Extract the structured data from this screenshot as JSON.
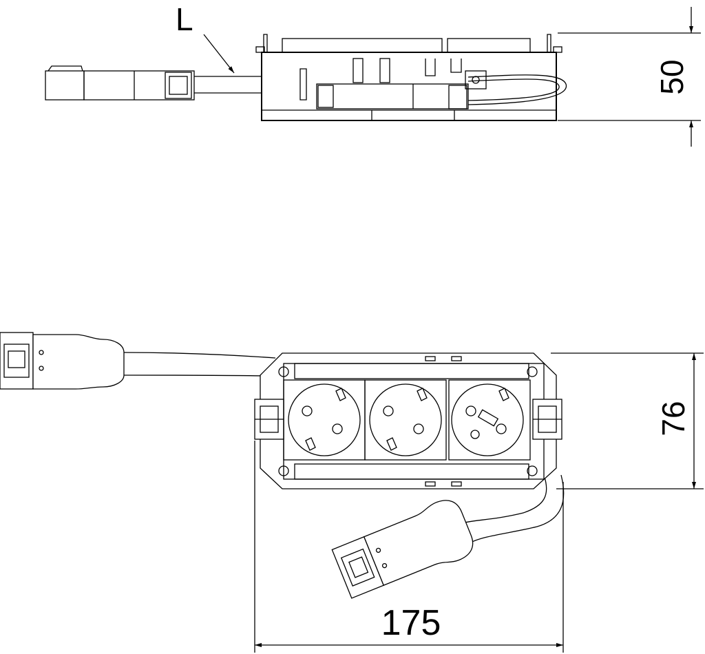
{
  "labels": {
    "cable_label": "L",
    "height_dimension": "50",
    "depth_dimension": "76",
    "width_dimension": "175"
  },
  "colors": {
    "line": "#000000",
    "background": "#ffffff"
  }
}
